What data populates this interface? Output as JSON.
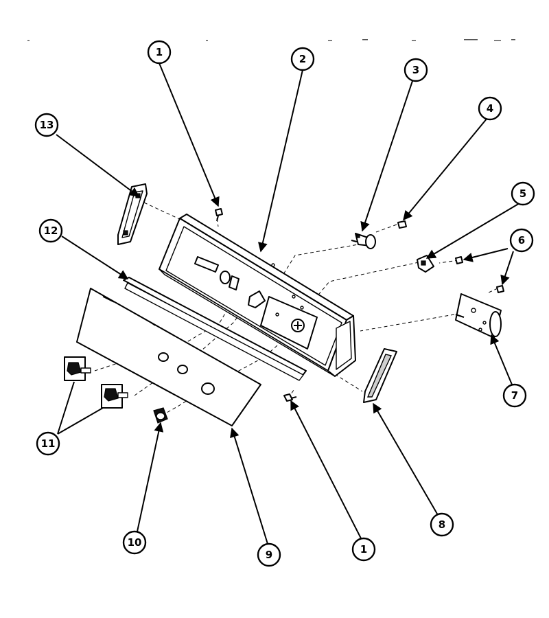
{
  "callouts": [
    {
      "id": "c1a",
      "label": "1"
    },
    {
      "id": "c2",
      "label": "2"
    },
    {
      "id": "c3",
      "label": "3"
    },
    {
      "id": "c4",
      "label": "4"
    },
    {
      "id": "c5",
      "label": "5"
    },
    {
      "id": "c6",
      "label": "6"
    },
    {
      "id": "c7",
      "label": "7"
    },
    {
      "id": "c8",
      "label": "8"
    },
    {
      "id": "c9",
      "label": "9"
    },
    {
      "id": "c10",
      "label": "10"
    },
    {
      "id": "c11",
      "label": "11"
    },
    {
      "id": "c12",
      "label": "12"
    },
    {
      "id": "c13",
      "label": "13"
    },
    {
      "id": "c1b",
      "label": "1"
    }
  ]
}
